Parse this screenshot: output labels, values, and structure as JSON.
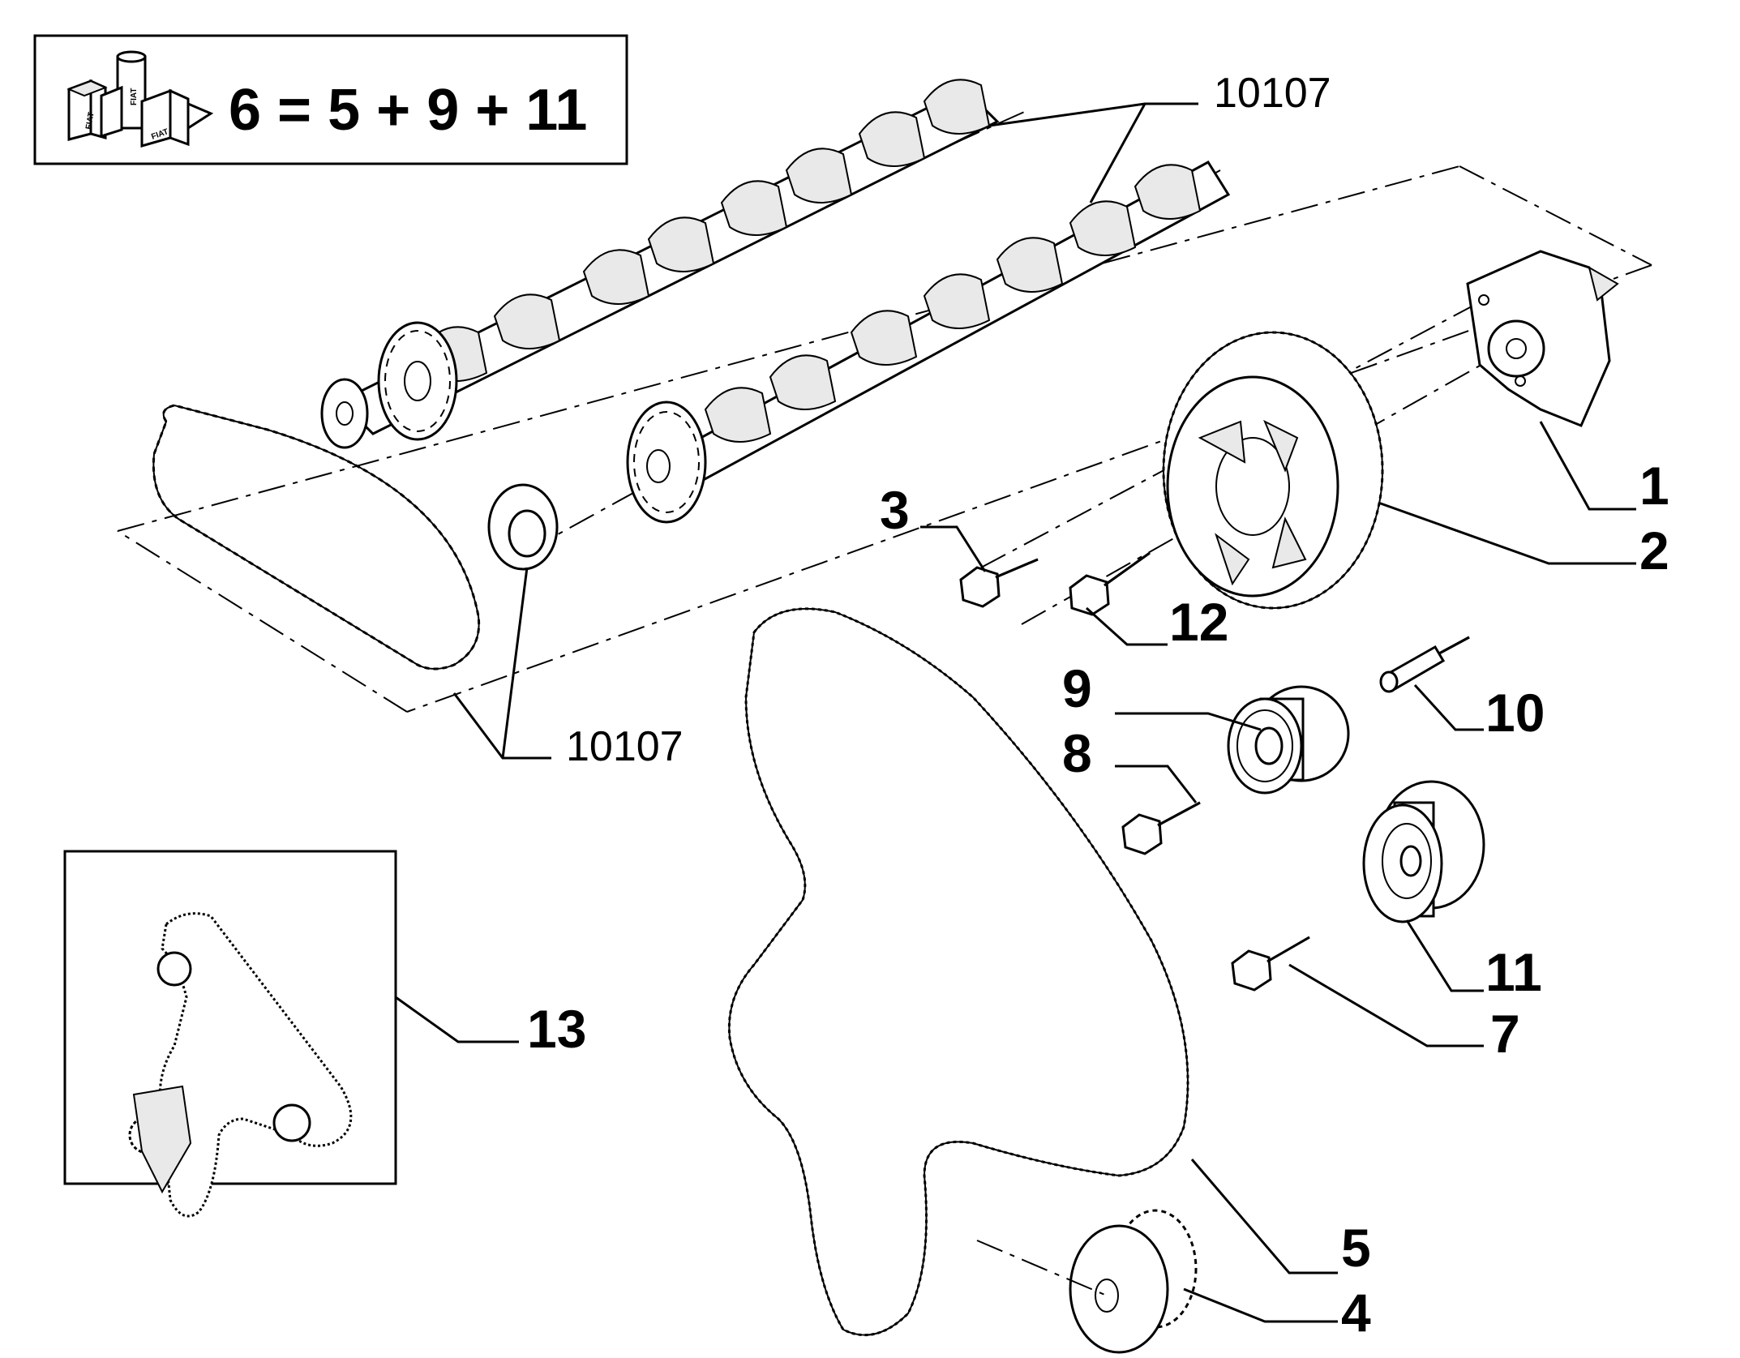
{
  "kit_formula": "6 = 5 + 9 + 11",
  "kit_icon": "kit-boxes-icon",
  "kit_brand": "FIAT",
  "references": {
    "upper": "10107",
    "lower": "10107"
  },
  "callouts": {
    "c1": "1",
    "c2": "2",
    "c3": "3",
    "c4": "4",
    "c5": "5",
    "c7": "7",
    "c8": "8",
    "c9": "9",
    "c10": "10",
    "c11": "11",
    "c12": "12",
    "c13": "13"
  },
  "parts": {
    "camshaft_intake": "camshaft",
    "camshaft_exhaust": "camshaft",
    "chain": "timing-chain",
    "seal": "oil-seal",
    "cover_plate": "cover-plate",
    "camshaft_pulley": "toothed-pulley",
    "timing_belt": "toothed-belt",
    "crank_pulley": "crankshaft-pulley",
    "idler_roller": "roller",
    "tensioner_roller": "roller",
    "stud": "stud",
    "inset_belt_layout": "belt-routing-inset"
  }
}
